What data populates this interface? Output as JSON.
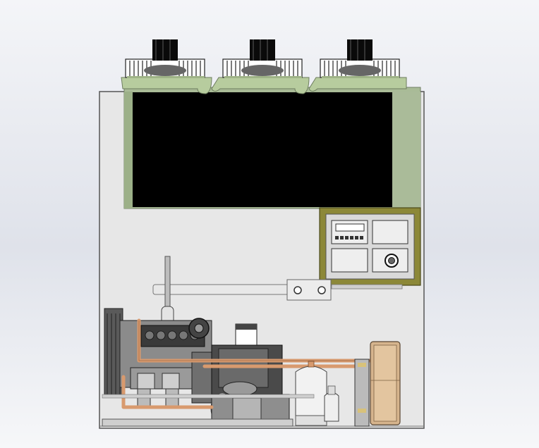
{
  "scene": {
    "colors": {
      "background_top": "#f4f5f8",
      "enclosure_fill": "#e7e7e7",
      "enclosure_stroke": "#555555",
      "radiator_frame": "#a9bb97",
      "radiator_core": "#000000",
      "control_panel_frame": "#8c8838",
      "control_panel_fill": "#d9d9d9",
      "copper_pipe": "#d89a6e",
      "heat_exchanger": "#d6b48d",
      "engine_dark": "#3a3a3a",
      "fan_hub": "#0a0a0a"
    },
    "components": {
      "cooling_fans": 3,
      "control_panel_modules": 4,
      "vessels": 2
    }
  }
}
